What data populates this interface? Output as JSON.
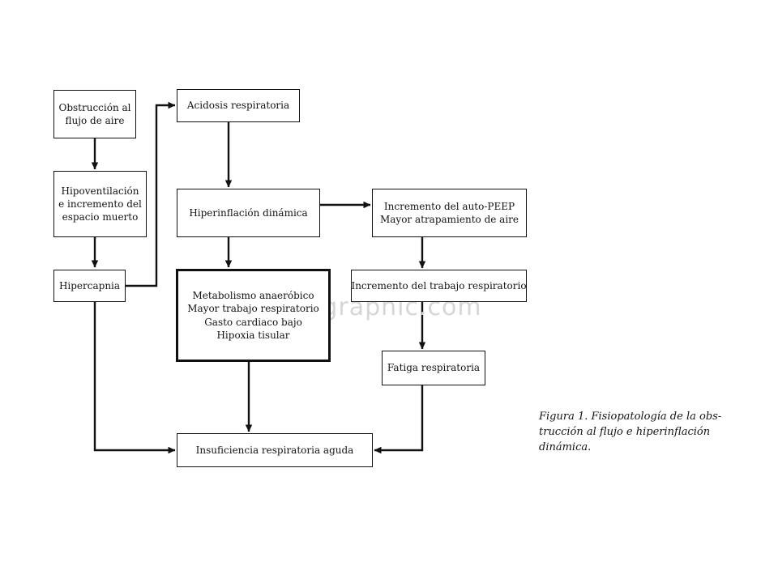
{
  "nodes": {
    "obstruccion": [
      "Obstrucción al",
      "flujo de aire"
    ],
    "hipoventilacion": [
      "Hipoventilación",
      "e incremento del",
      "espacio muerto"
    ],
    "hipercapnia": [
      "Hipercapnia"
    ],
    "acidosis": [
      "Acidosis respiratoria"
    ],
    "hiperinflacion": [
      "Hiperinflación dinámica"
    ],
    "metabolismo": [
      "Metabolismo anaeróbico",
      "Mayor trabajo respiratorio",
      "Gasto cardiaco bajo",
      "Hipoxia tisular"
    ],
    "autopeep": [
      "Incremento del auto-PEEP",
      "Mayor atrapamiento de aire"
    ],
    "trabajo": [
      "Incremento del trabajo respiratorio"
    ],
    "fatiga": [
      "Fatiga respiratoria"
    ],
    "insuficiencia": [
      "Insuficiencia respiratoria aguda"
    ]
  },
  "watermark": "igraphic.com",
  "caption": [
    "Figura 1. Fisiopatología de la obs-",
    "trucción al flujo e hiperinflación",
    "dinámica."
  ]
}
